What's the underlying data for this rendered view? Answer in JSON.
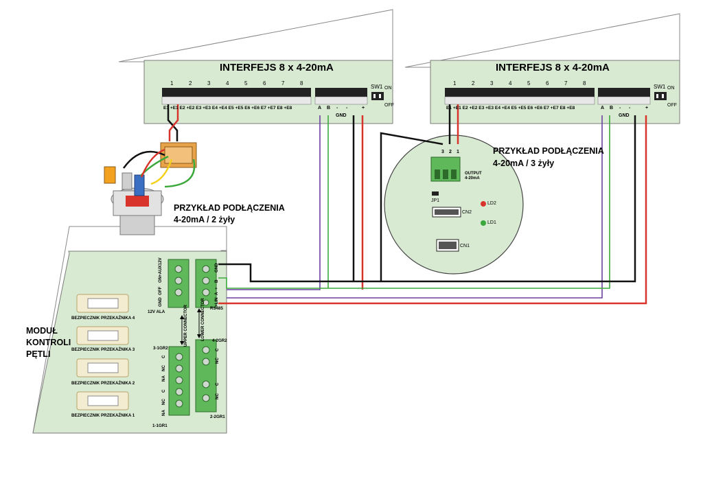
{
  "interface_left": {
    "title": "INTERFEJS 8 x 4-20mA",
    "channel_numbers": [
      "1",
      "2",
      "3",
      "4",
      "5",
      "6",
      "7",
      "8"
    ],
    "terminal_labels": "E1 +E1 E2 +E2 E3 +E3 E4 +E4 E5 +E5 E6 +E6 E7 +E7 E8 +E8",
    "bus_labels": [
      "A",
      "B",
      "-",
      "-",
      "+"
    ],
    "gnd_label": "GND",
    "switch_label": "SW1",
    "switch_on": "ON",
    "switch_off": "OFF"
  },
  "interface_right": {
    "title": "INTERFEJS 8 x 4-20mA",
    "channel_numbers": [
      "1",
      "2",
      "3",
      "4",
      "5",
      "6",
      "7",
      "8"
    ],
    "terminal_labels": "E1 +E1 E2 +E2 E3 +E3 E4 +E4 E5 +E5 E6 +E6 E7 +E7 E8 +E8",
    "bus_labels": [
      "A",
      "B",
      "-",
      "-",
      "+"
    ],
    "gnd_label": "GND",
    "switch_label": "SW1",
    "switch_on": "ON",
    "switch_off": "OFF"
  },
  "example_2wire": {
    "line1": "PRZYKŁAD PODŁĄCZENIA",
    "line2": "4-20mA / 2 żyły"
  },
  "example_3wire": {
    "line1": "PRZYKŁAD PODŁĄCZENIA",
    "line2": "4-20mA / 3 żyły"
  },
  "sensor_board": {
    "pins": [
      "3",
      "2",
      "1"
    ],
    "output_label": "OUTPUT",
    "output_range": "4-20mA",
    "jp1": "JP1",
    "cn1": "CN1",
    "cn2": "CN2",
    "ld1": "LD1",
    "ld2": "LD2",
    "led_colors": {
      "ld1": "#3aa83a",
      "ld2": "#d9342b"
    }
  },
  "module": {
    "title_line1": "MODUŁ",
    "title_line2": "KONTROLI",
    "title_line3": "PĘTLI",
    "fuses": [
      "BEZPIECZNIK PRZEKAŹNIKA 4",
      "BEZPIECZNIK PRZEKAŹNIKA 3",
      "BEZPIECZNIK PRZEKAŹNIKA 2",
      "BEZPIECZNIK PRZEKAŹNIKA 1"
    ],
    "left_terminal_labels": [
      "+AUX12V",
      "ON",
      "OFF",
      "GND"
    ],
    "left_terminal_caption": "12V ALA",
    "right_terminal_labels": [
      "GND",
      "B",
      "+",
      "A",
      "+LIN"
    ],
    "right_terminal_caption": "RS485",
    "upper_connector": "UPPER CONNECTOR",
    "lower_connector": "LOWER CONNECTOR",
    "relay_top_left": "3-1GR2",
    "relay_top_right": "4-2GR2",
    "relay_bottom_left": "1-1GR1",
    "relay_bottom_right": "2-2GR1",
    "relay_pins_left": [
      "C",
      "NC",
      "NA",
      "C",
      "NC",
      "NA"
    ],
    "relay_pins_right": [
      "C",
      "NC",
      "C",
      "NC"
    ]
  },
  "colors": {
    "board_fill": "#d9ead3",
    "terminal_green": "#5fb85a",
    "wire_red": "#d9342b",
    "wire_black": "#111111",
    "wire_green": "#3aa83a",
    "wire_purple": "#6b3fa0",
    "wire_yellow": "#f2d21e"
  }
}
